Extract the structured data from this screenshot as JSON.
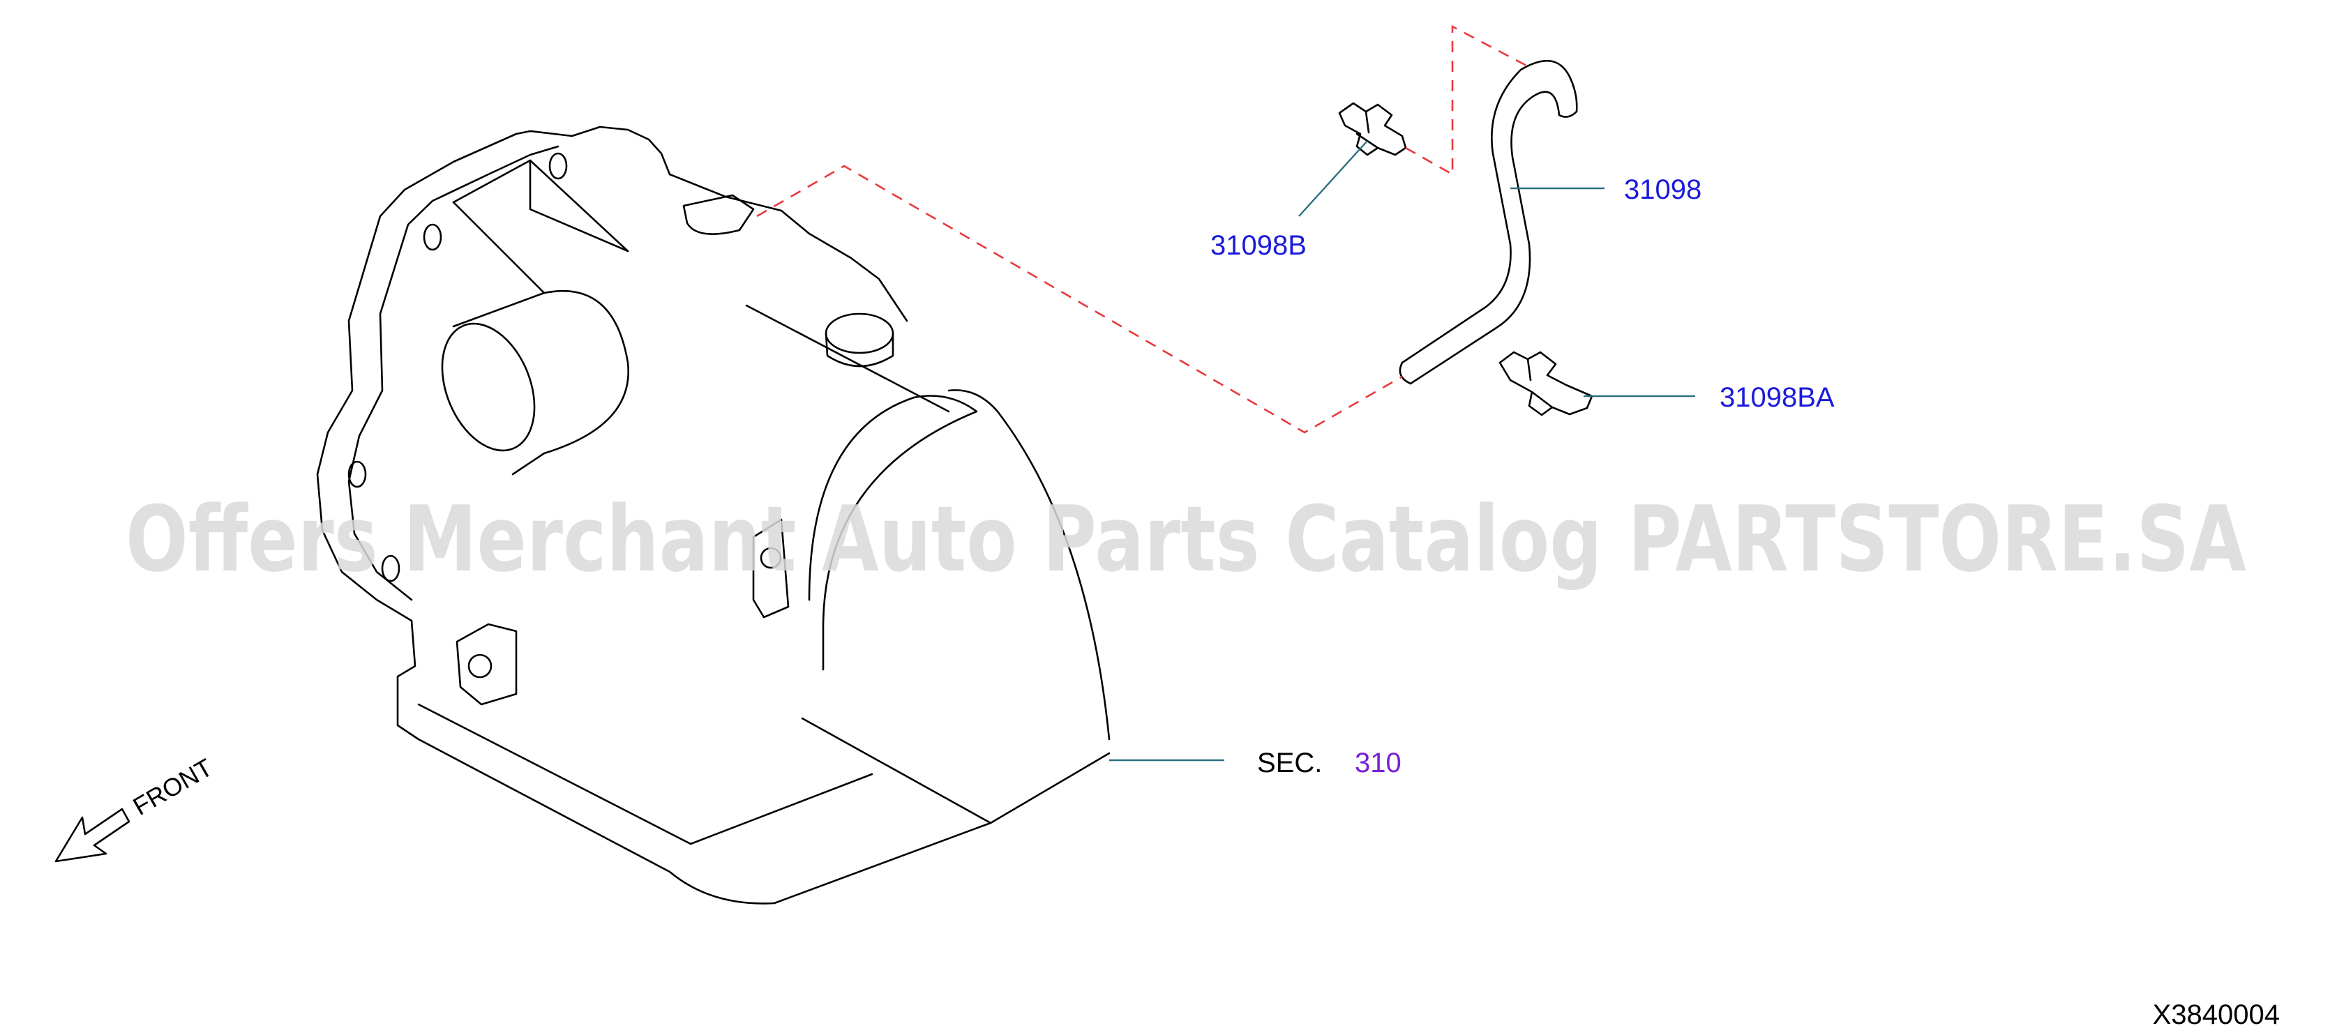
{
  "diagram": {
    "colors": {
      "part_label": "#1a1adc",
      "section_number": "#7a1fd6",
      "leader_line": "#2a6f80",
      "dashed_line": "#e8393c",
      "outline": "#000000",
      "watermark": "#d9d9d9"
    },
    "callouts": {
      "hose": {
        "part_number": "31098"
      },
      "clamp_upper": {
        "part_number": "31098B"
      },
      "clamp_lower": {
        "part_number": "31098BA"
      },
      "section_ref": {
        "prefix": "SEC.",
        "number": "310"
      }
    },
    "orientation": {
      "label": "FRONT",
      "icon": "arrow-icon"
    },
    "reference_code": "X3840004",
    "watermark": "Offers Merchant Auto Parts Catalog PARTSTORE.SA"
  }
}
